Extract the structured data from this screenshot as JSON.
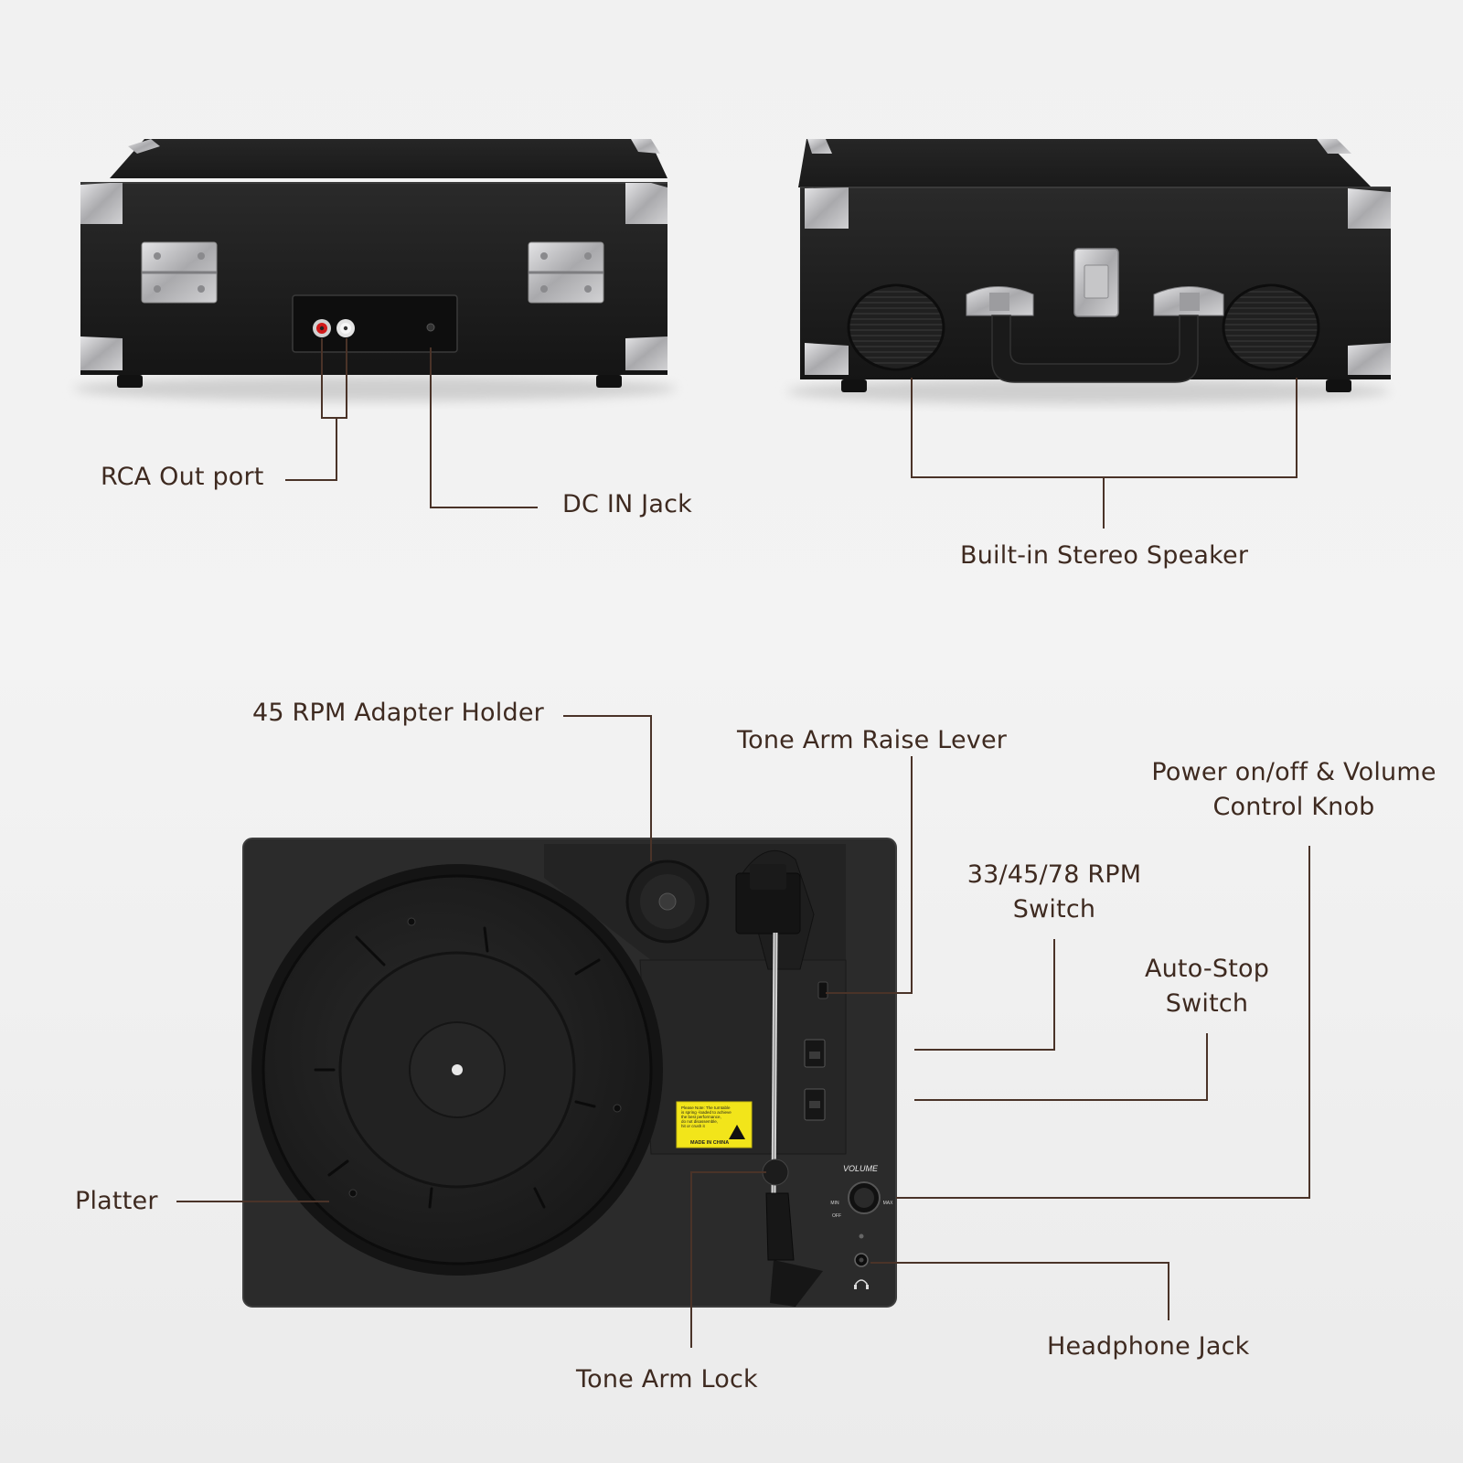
{
  "colors": {
    "label_text": "#3e2a20",
    "leader_line": "#4a3328",
    "case_body": "#1c1c1c",
    "metal_trim": "#b9b9bb",
    "warning_sticker": "#f2e51a"
  },
  "labels": {
    "rca_out": "RCA Out port",
    "dc_in": "DC IN Jack",
    "speaker": "Built-in Stereo Speaker",
    "adapter_holder": "45 RPM Adapter Holder",
    "raise_lever": "Tone Arm Raise Lever",
    "power_volume_line1": "Power on/off & Volume",
    "power_volume_line2": "Control Knob",
    "rpm_switch_line1": "33/45/78 RPM",
    "rpm_switch_line2": "Switch",
    "auto_stop_line1": "Auto-Stop",
    "auto_stop_line2": "Switch",
    "platter": "Platter",
    "headphone": "Headphone Jack",
    "tone_arm_lock": "Tone Arm Lock"
  },
  "panel_text": {
    "volume": "VOLUME",
    "min": "MIN",
    "max": "MAX",
    "off": "OFF",
    "sticker_text": "Please Note: The turntable is spring -loaded to achieve the best performance, do not disassemble, hit or crush it",
    "sticker_footer": "MADE IN CHINA"
  }
}
